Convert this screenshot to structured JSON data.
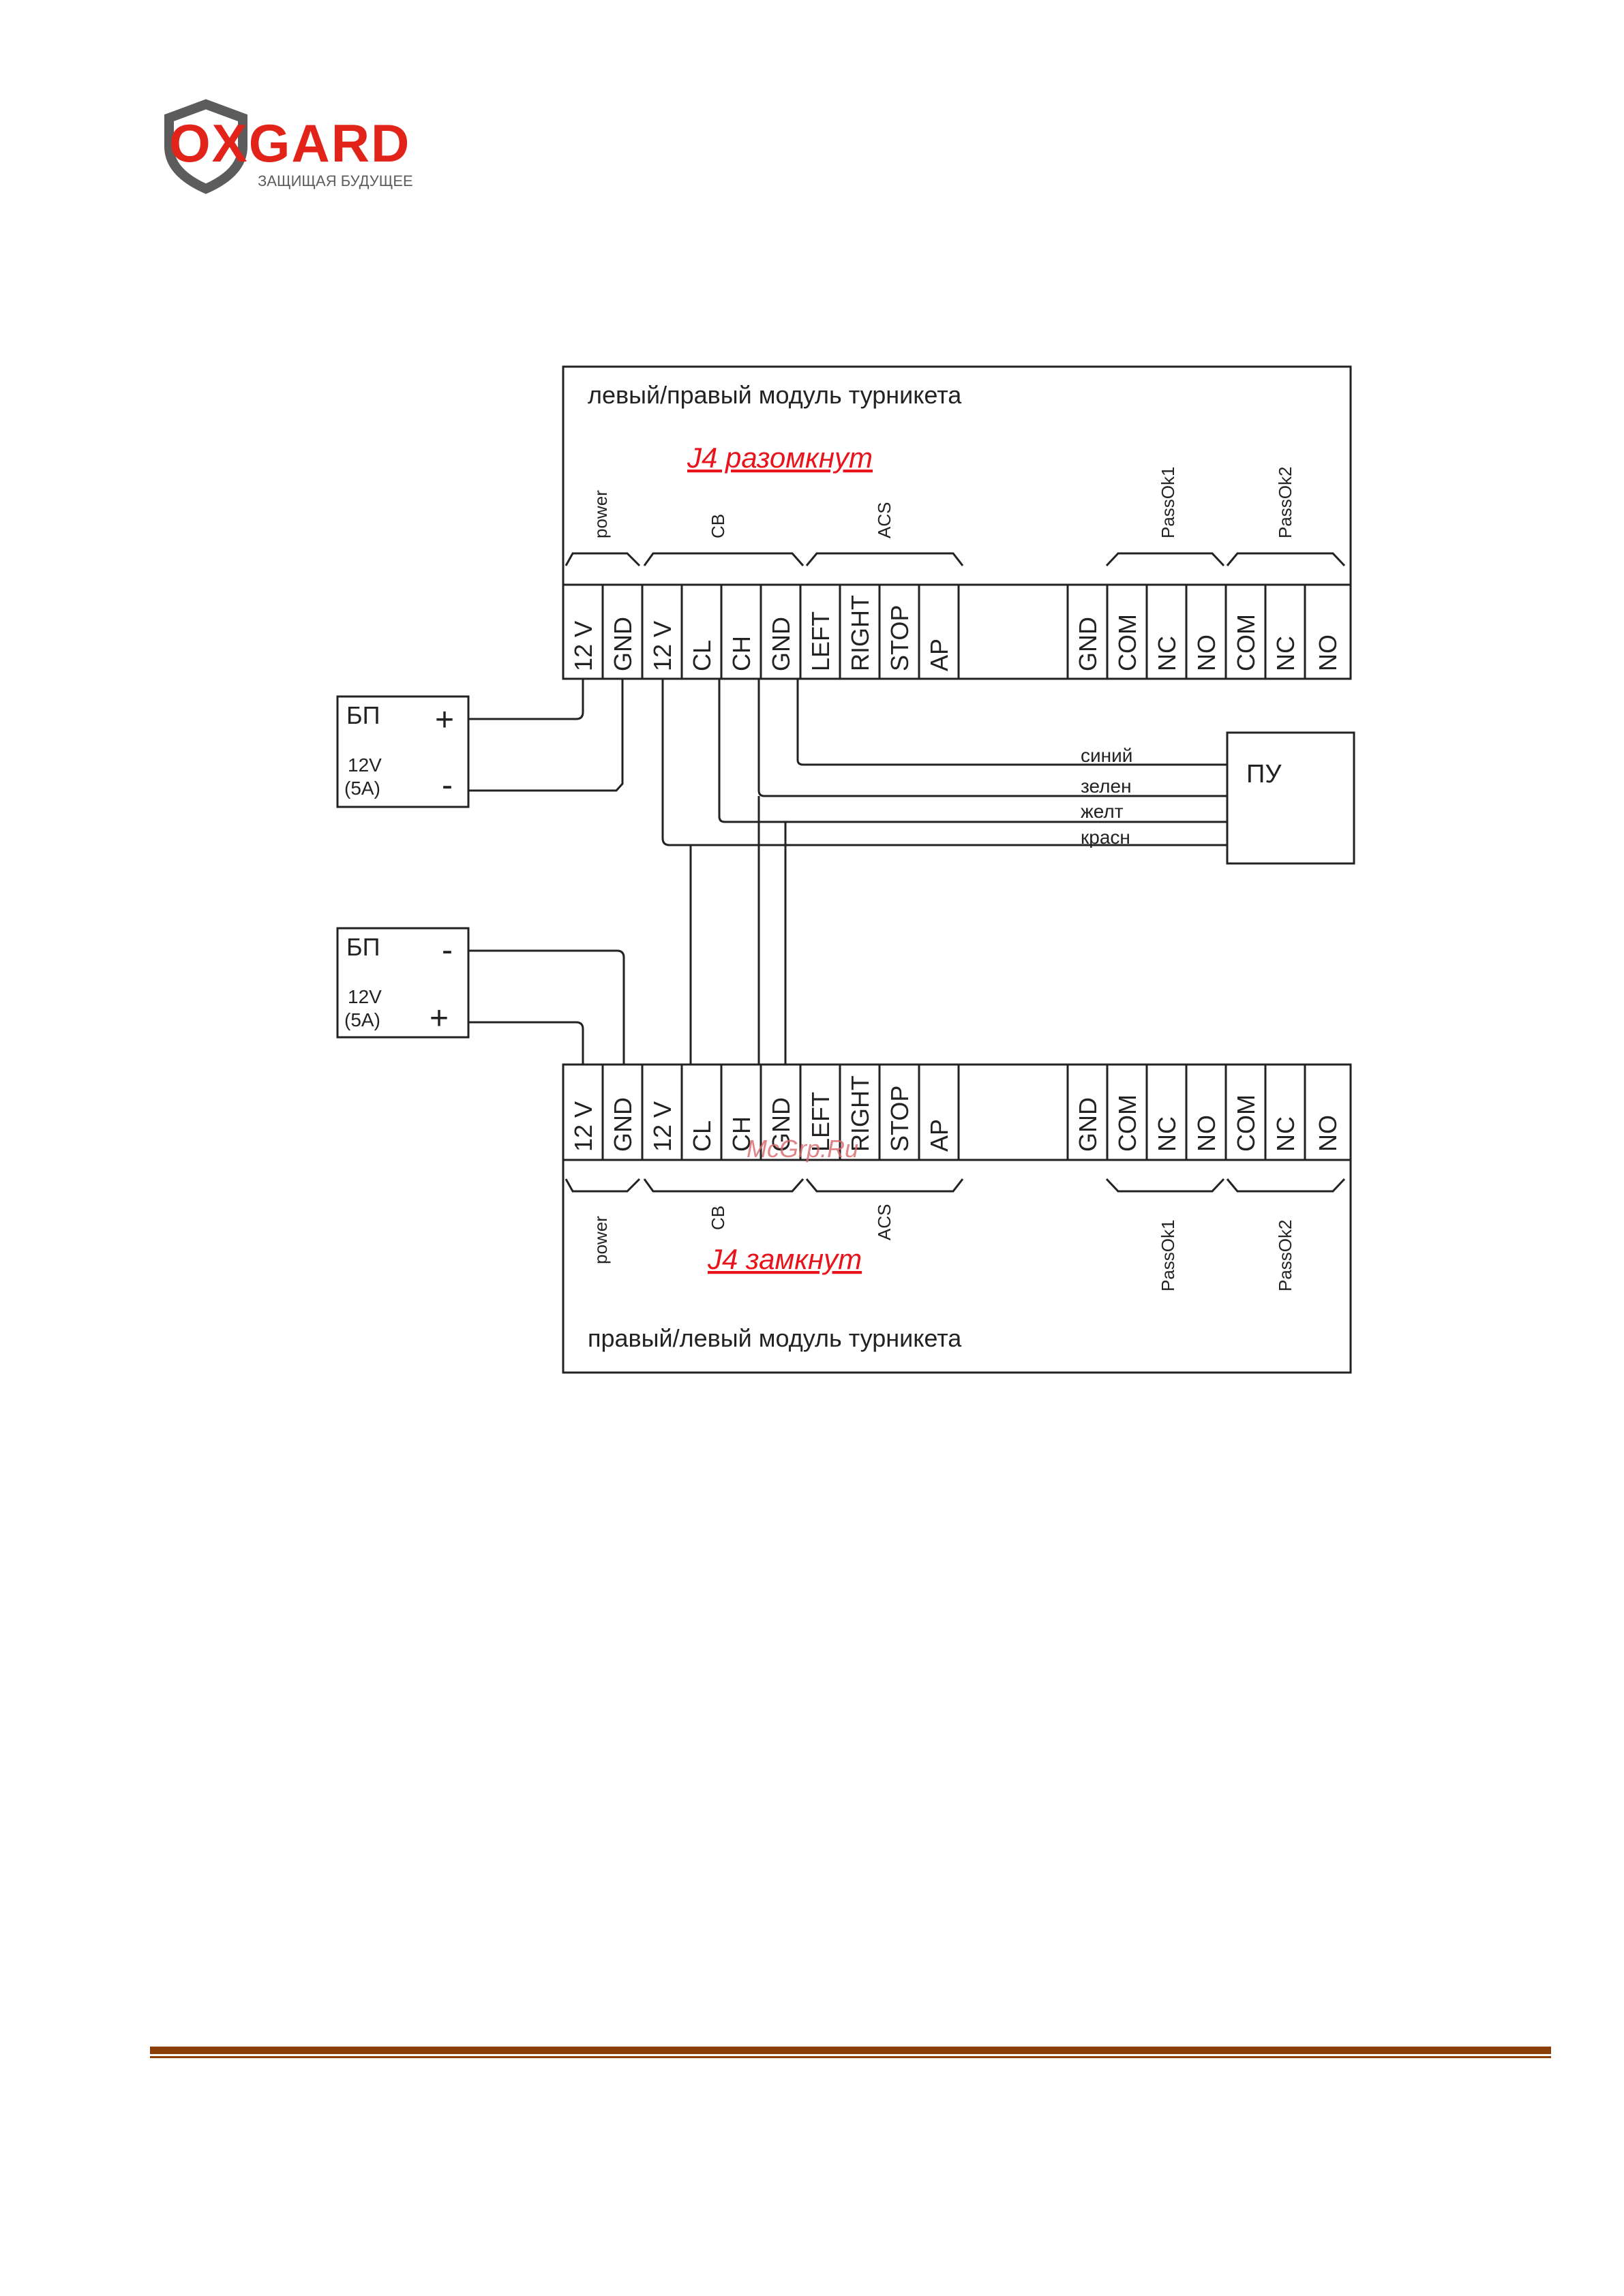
{
  "logo": {
    "brand": "OXGARD",
    "tagline": "ЗАЩИЩАЯ БУДУЩЕЕ",
    "accent_color": "#e2231a",
    "shield_color": "#5c5c5c"
  },
  "watermark": "McGrp.Ru",
  "upper_module": {
    "title": "левый/правый модуль турникета",
    "jumper_note": "J4 разомкнут",
    "groups": [
      "power",
      "CB",
      "ACS",
      "PassOk1",
      "PassOk2"
    ],
    "terminals": [
      "12 V",
      "GND",
      "12 V",
      "CL",
      "CH",
      "GND",
      "LEFT",
      "RIGHT",
      "STOP",
      "AP",
      "GND",
      "COM",
      "NC",
      "NO",
      "COM",
      "NC",
      "NO"
    ]
  },
  "lower_module": {
    "title": "правый/левый модуль турникета",
    "jumper_note": "J4 замкнут",
    "groups": [
      "power",
      "CB",
      "ACS",
      "PassOk1",
      "PassOk2"
    ],
    "terminals": [
      "12 V",
      "GND",
      "12 V",
      "CL",
      "CH",
      "GND",
      "LEFT",
      "RIGHT",
      "STOP",
      "AP",
      "GND",
      "COM",
      "NC",
      "NO",
      "COM",
      "NC",
      "NO"
    ]
  },
  "psu_top": {
    "label": "БП",
    "rating_line1": "12V",
    "rating_line2": "(5A)",
    "plus": "+",
    "minus": "-"
  },
  "psu_bottom": {
    "label": "БП",
    "rating_line1": "12V",
    "rating_line2": "(5A)",
    "plus": "+",
    "minus": "-"
  },
  "control_panel": {
    "label": "ПУ",
    "wires": [
      "синий",
      "зелен",
      "желт",
      "красн"
    ]
  },
  "colors": {
    "note_red": "#e8141c",
    "line": "#222222",
    "footer_rule": "#8b3f06"
  }
}
